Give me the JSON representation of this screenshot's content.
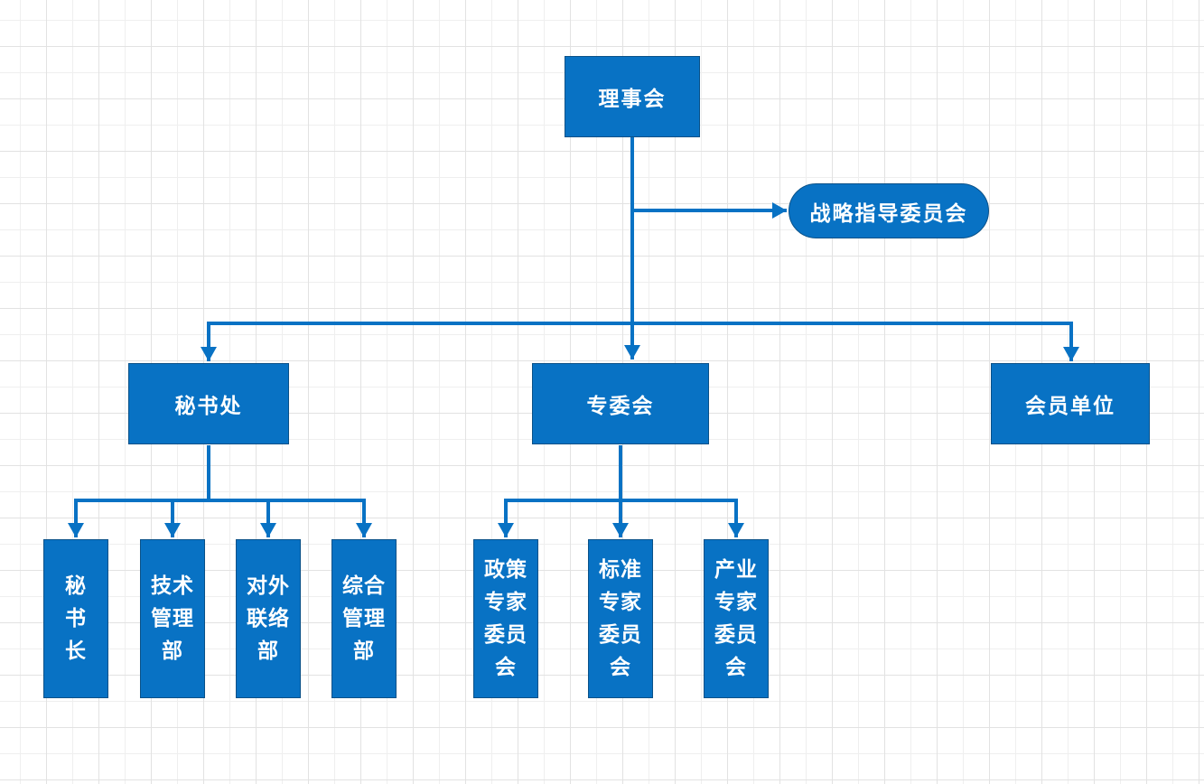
{
  "diagram": {
    "type": "org-chart",
    "colors": {
      "node_fill": "#0872c4",
      "node_border": "#0a5188",
      "node_text": "#ffffff",
      "connector": "#0872c4",
      "grid_minor": "#efefef",
      "grid_major": "#e2e2e2",
      "canvas_bg": "#ffffff"
    },
    "nodes": {
      "board": {
        "label": "理事会"
      },
      "strategic_committee": {
        "label": "战略指导委员会"
      },
      "secretariat": {
        "label": "秘书处"
      },
      "special_committee": {
        "label": "专委会"
      },
      "member_units": {
        "label": "会员单位"
      },
      "secretary_general": {
        "label": "秘\n书\n长"
      },
      "tech_management": {
        "label": "技术\n管理\n部"
      },
      "external_liaison": {
        "label": "对外\n联络\n部"
      },
      "general_management": {
        "label": "综合\n管理\n部"
      },
      "policy_experts": {
        "label": "政策\n专家\n委员\n会"
      },
      "standards_experts": {
        "label": "标准\n专家\n委员\n会"
      },
      "industry_experts": {
        "label": "产业\n专家\n委员\n会"
      }
    }
  }
}
